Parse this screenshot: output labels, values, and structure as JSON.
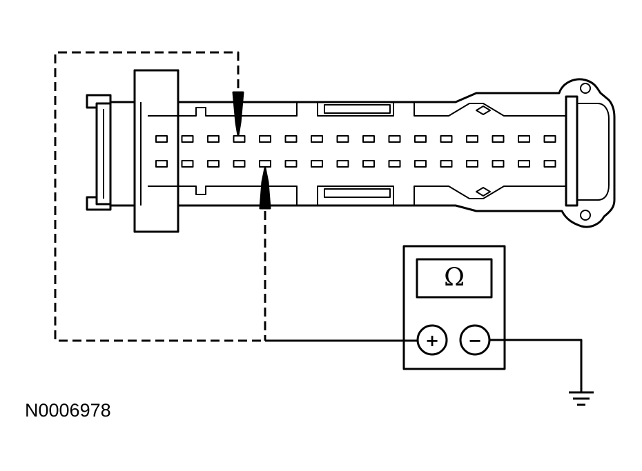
{
  "figure_id": "N0006978",
  "meter": {
    "display_symbol": "Ω",
    "positive_symbol": "+",
    "negative_symbol": "−"
  },
  "connector": {
    "pin_rows": 2,
    "pins_per_row": 16,
    "probed_pins": [
      {
        "row": 1,
        "column": 4
      },
      {
        "row": 2,
        "column": 5
      }
    ]
  },
  "colors": {
    "line": "#000000",
    "background": "#ffffff"
  }
}
